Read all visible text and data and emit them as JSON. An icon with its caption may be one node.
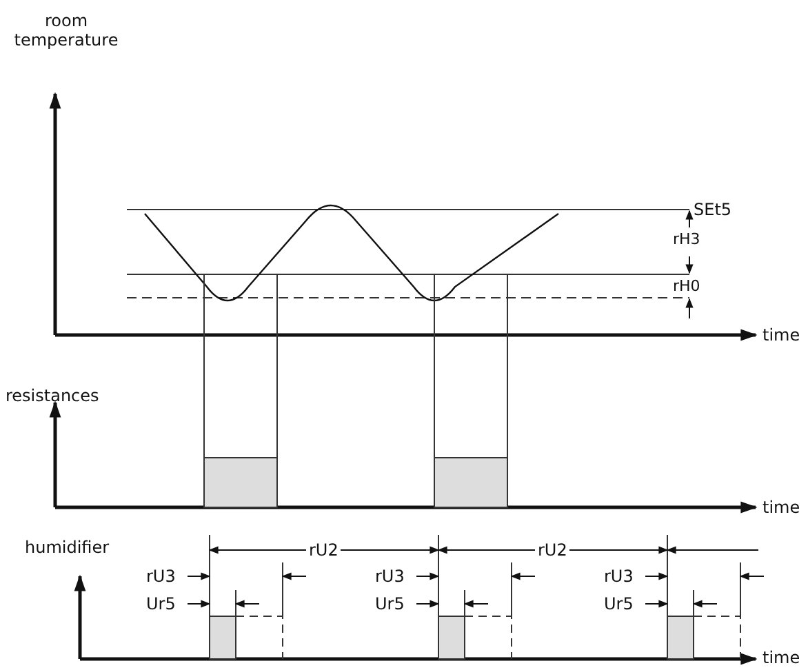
{
  "diagram": {
    "labels": [
      "room temperature",
      "SEt5",
      "rH3",
      "rH0",
      "time",
      "resistances",
      "time",
      "humidifier",
      "rU2",
      "rU2",
      "rU3",
      "rU3",
      "rU3",
      "Ur5",
      "Ur5",
      "Ur5",
      "time"
    ]
  }
}
